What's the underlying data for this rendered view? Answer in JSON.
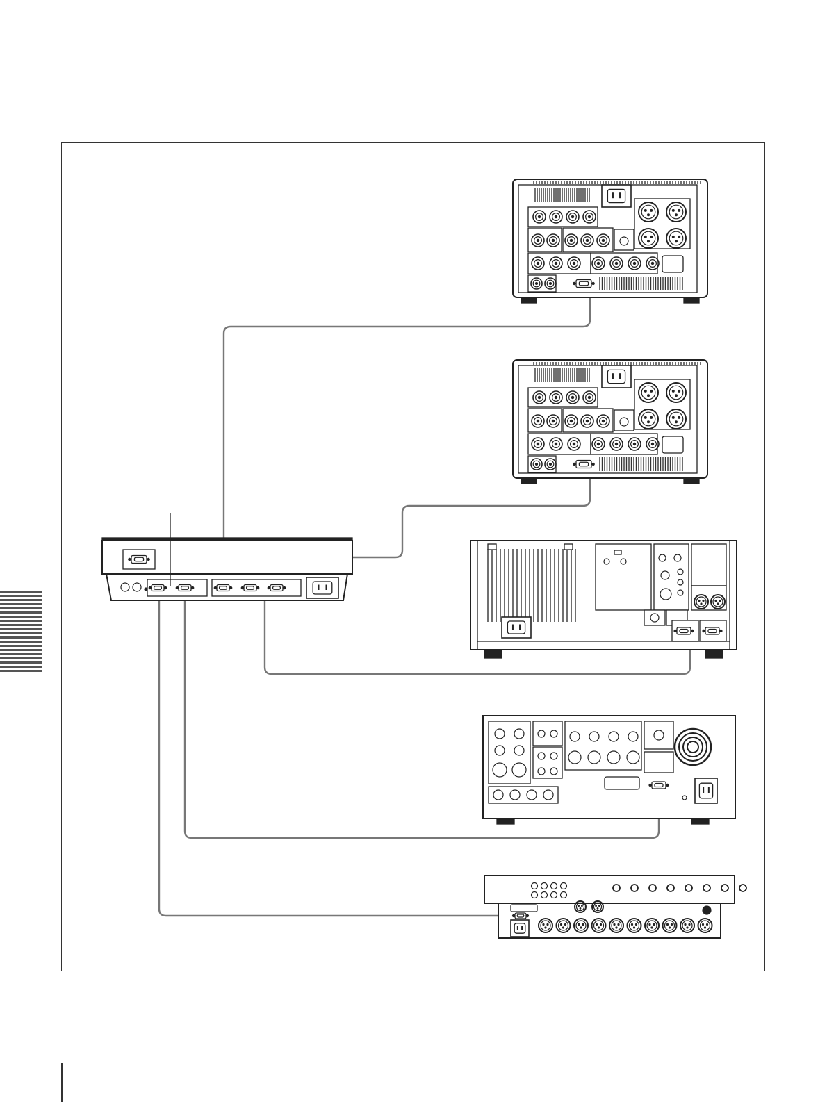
{
  "diagram": {
    "colors": {
      "ink": "#222222",
      "cable": "#777777",
      "panel_fill": "#ffffff",
      "vent": "#333333"
    },
    "devices": [
      {
        "id": "vtr-top",
        "kind": "vtr-rear"
      },
      {
        "id": "vtr-middle",
        "kind": "vtr-rear"
      },
      {
        "id": "deck-large",
        "kind": "deck-rear"
      },
      {
        "id": "av-unit",
        "kind": "av-rear"
      },
      {
        "id": "audio-mixer",
        "kind": "mixer-rear"
      },
      {
        "id": "controller",
        "kind": "controller-rear"
      }
    ],
    "cables": [
      {
        "id": "cable-controller-to-vtr-top"
      },
      {
        "id": "cable-controller-to-vtr-middle"
      },
      {
        "id": "cable-controller-to-deck-large"
      },
      {
        "id": "cable-controller-to-av-unit"
      },
      {
        "id": "cable-controller-to-audio-mixer"
      }
    ]
  }
}
